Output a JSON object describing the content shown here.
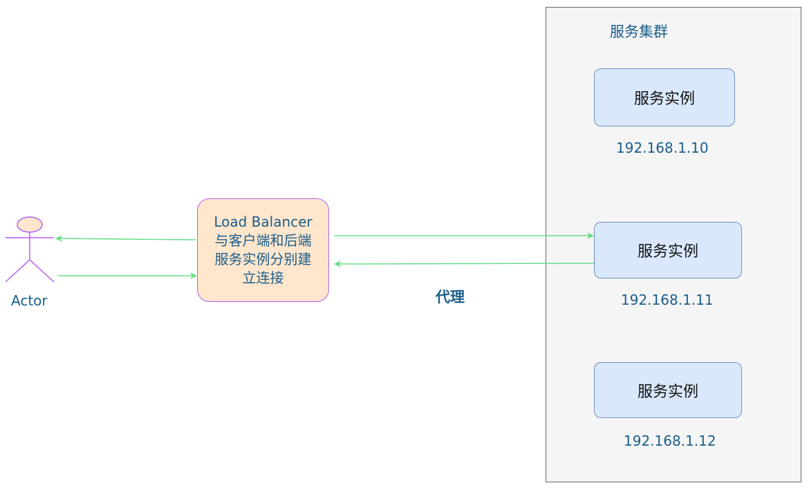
{
  "cluster": {
    "title": "服务集群"
  },
  "instances": [
    {
      "label": "服务实例",
      "ip": "192.168.1.10"
    },
    {
      "label": "服务实例",
      "ip": "192.168.1.11"
    },
    {
      "label": "服务实例",
      "ip": "192.168.1.12"
    }
  ],
  "load_balancer": {
    "text": "Load Balancer\n与客户端和后端\n服务实例分别建\n立连接"
  },
  "edge_label": "代理",
  "actor": {
    "label": "Actor"
  },
  "colors": {
    "arrow": "#66dd88",
    "actor_stroke": "#b35cf0",
    "actor_head_fill": "#ffe6cc",
    "instance_fill": "#dae8fc",
    "instance_stroke": "#6c8ebf",
    "lb_fill": "#ffe6cc",
    "lb_stroke": "#b35cf0",
    "cluster_fill": "#f5f5f5",
    "text_blue": "#1a5e8a"
  }
}
